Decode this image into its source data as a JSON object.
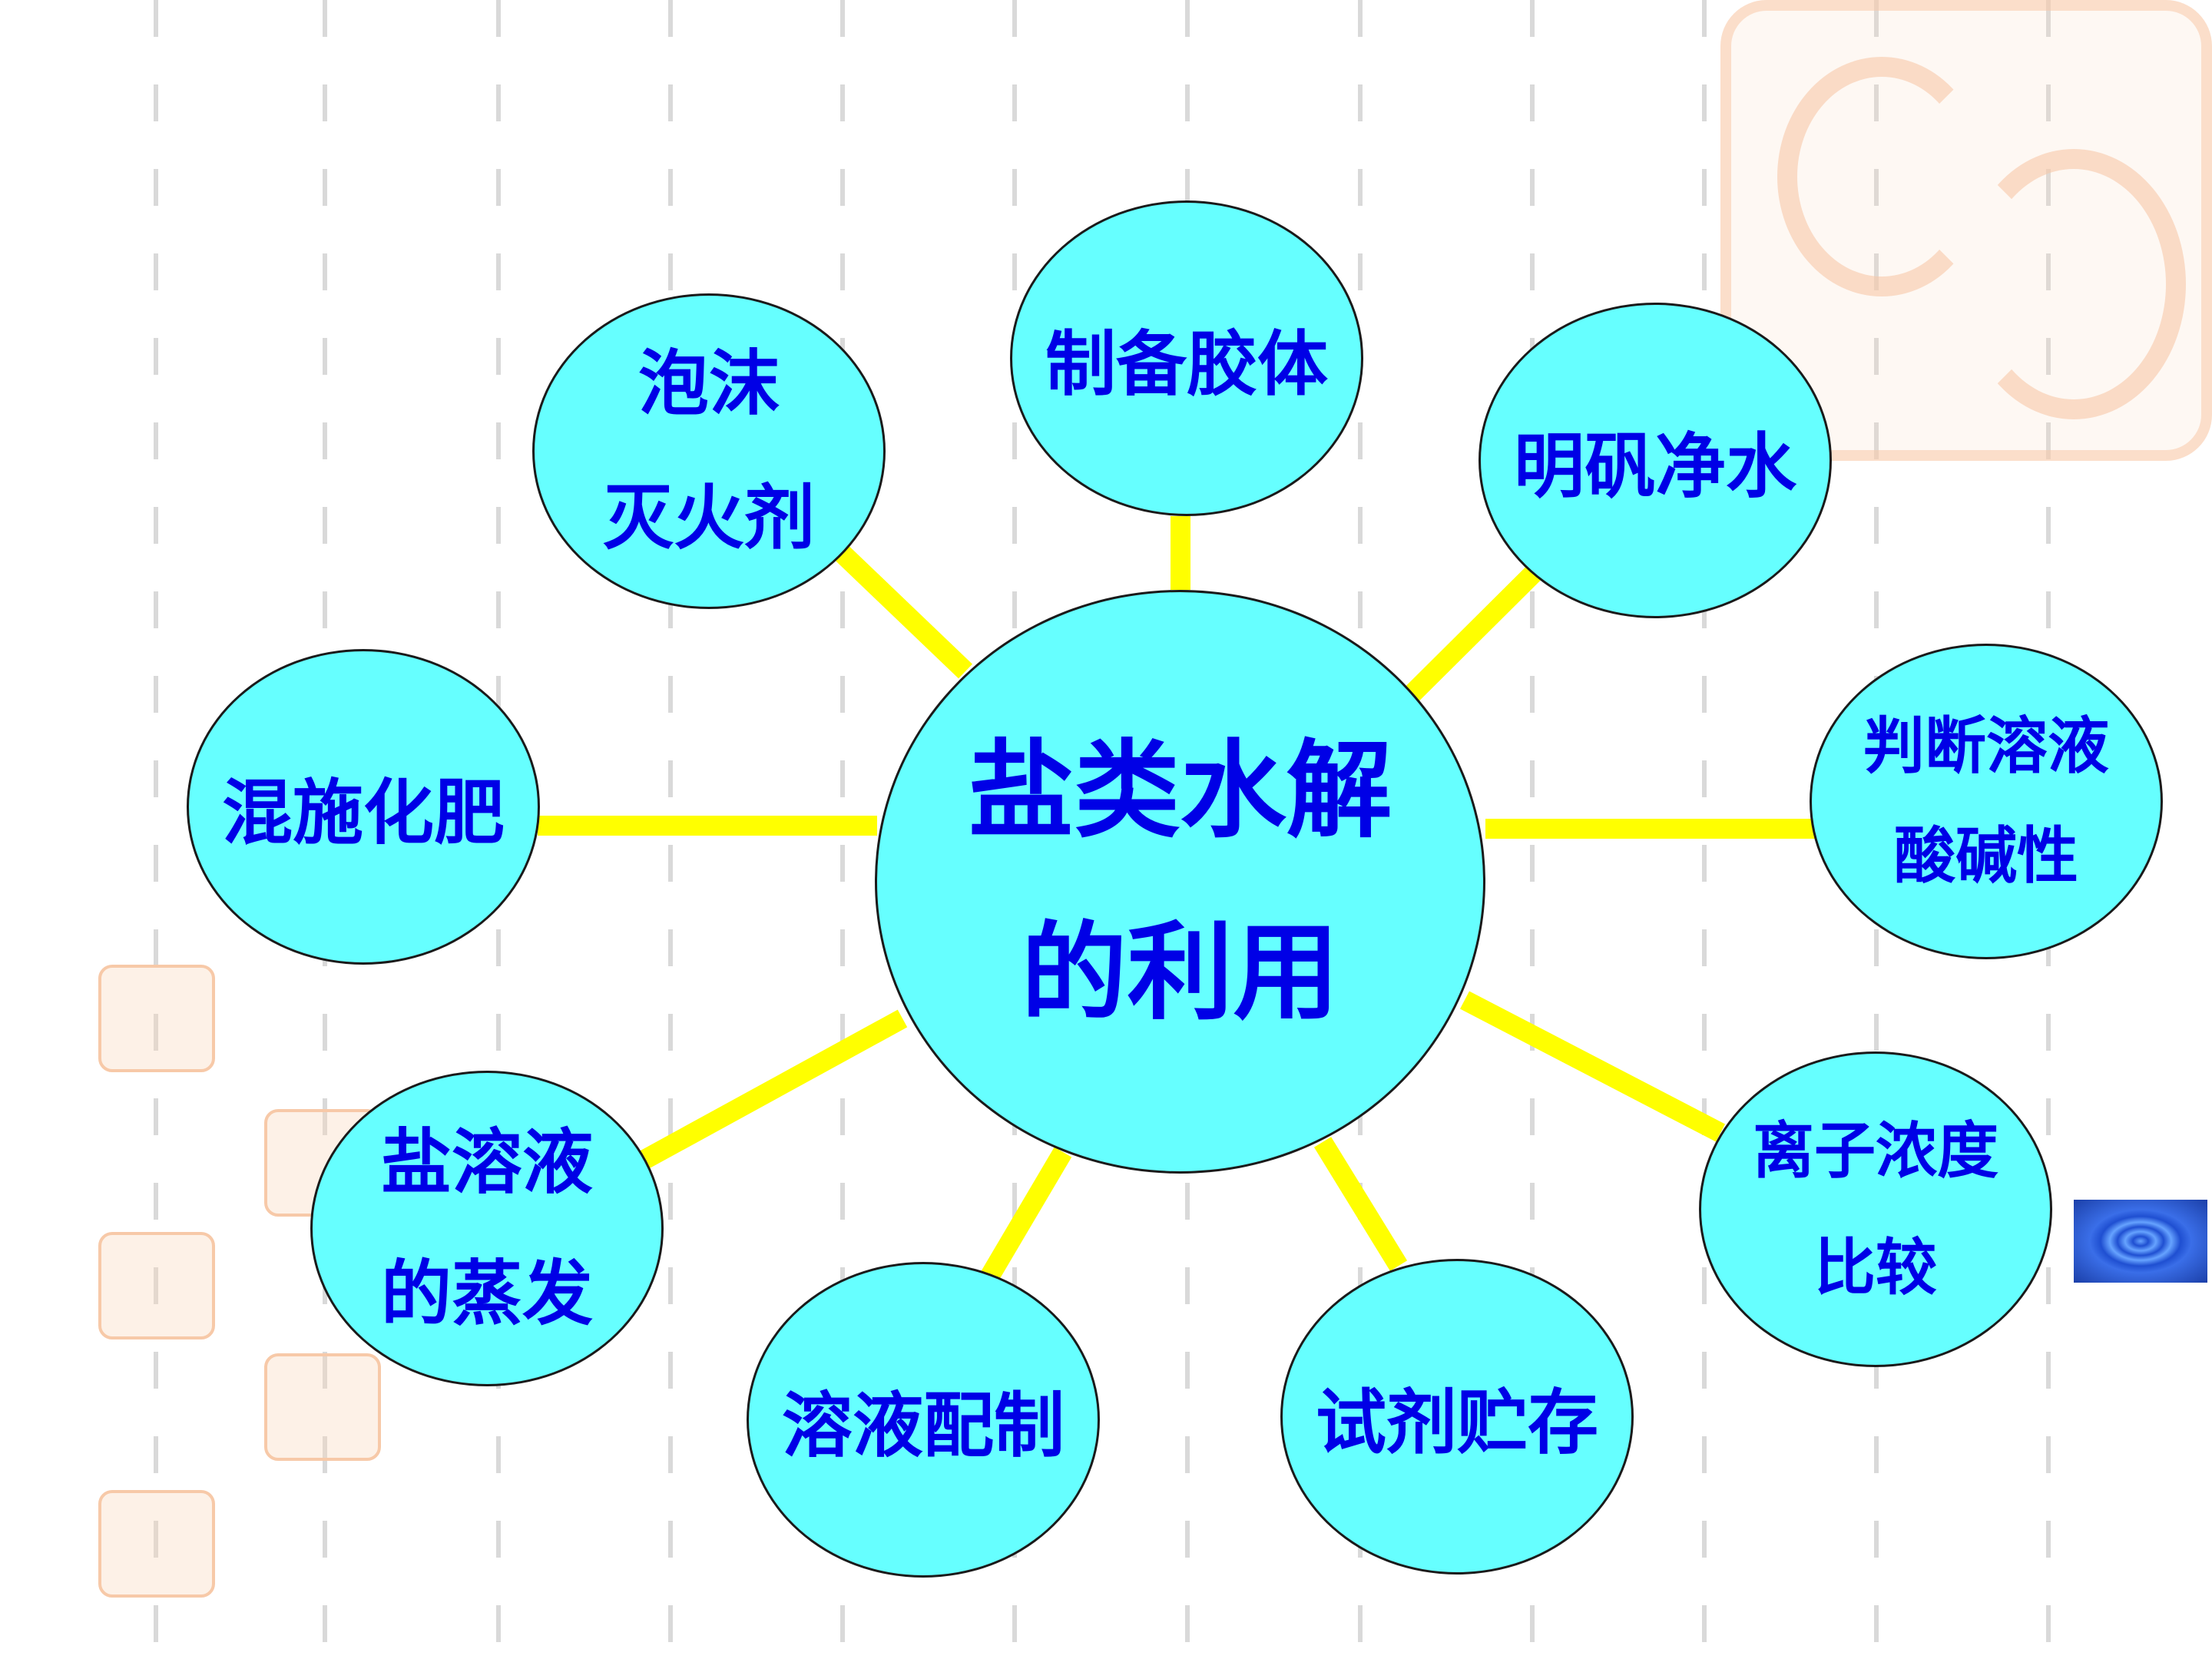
{
  "center": {
    "line1": "盐类水解",
    "line2": "的利用"
  },
  "nodes": {
    "zhibei": {
      "line1": "制备胶体"
    },
    "paomo": {
      "line1": "泡沫",
      "line2": "灭火剂"
    },
    "mingfan": {
      "line1": "明矾净水"
    },
    "hunshi": {
      "line1": "混施化肥"
    },
    "panduan": {
      "line1": "判断溶液",
      "line2": "酸碱性"
    },
    "yanrongye": {
      "line1": "盐溶液",
      "line2": "的蒸发"
    },
    "lizi": {
      "line1": "离子浓度",
      "line2": "比较"
    },
    "peizhi": {
      "line1": "溶液配制"
    },
    "zhucun": {
      "line1": "试剂贮存"
    }
  },
  "colors": {
    "node_fill": "#66ffff",
    "node_text": "#0000e6",
    "connector": "#ffff00",
    "stripe": "#d9d9d9",
    "decoration": "#f7c9a8"
  }
}
